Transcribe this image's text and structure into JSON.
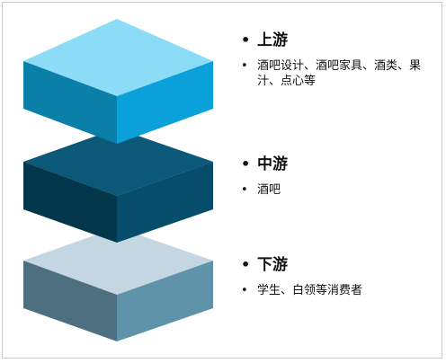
{
  "tiers": [
    {
      "title": "上游",
      "description": "酒吧设计、酒吧家具、酒类、果汁、点心等",
      "colors": {
        "top": "#8ddcf7",
        "left": "#0a7fa8",
        "right": "#0aa0d9"
      }
    },
    {
      "title": "中游",
      "description": "酒吧",
      "colors": {
        "top": "#0b5878",
        "left": "#02364b",
        "right": "#054d6a"
      }
    },
    {
      "title": "下游",
      "description": "学生、白领等消费者",
      "colors": {
        "top": "#c4d6e1",
        "left": "#4e6f80",
        "right": "#5f93a9"
      }
    }
  ]
}
